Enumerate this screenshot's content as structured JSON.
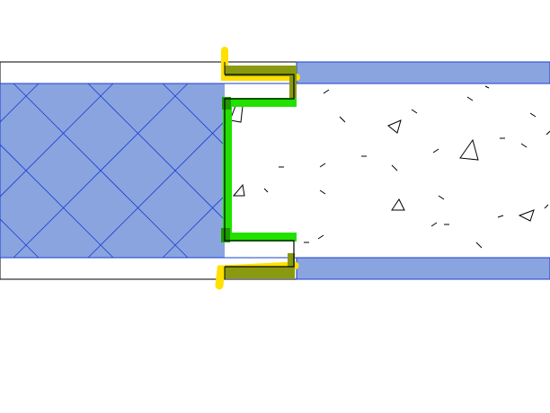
{
  "colors": {
    "insulation_fill": "#8aa4e0",
    "hatch": "#1a3fd0",
    "profile_highlight": "#22e000",
    "edge_highlight": "#ffe000",
    "overlap": "#8a9a10",
    "outline": "#000000"
  },
  "elements": [
    "upper-layer",
    "insulation-block",
    "concrete-block",
    "lower-layer",
    "c-profile",
    "highlight-markers"
  ]
}
